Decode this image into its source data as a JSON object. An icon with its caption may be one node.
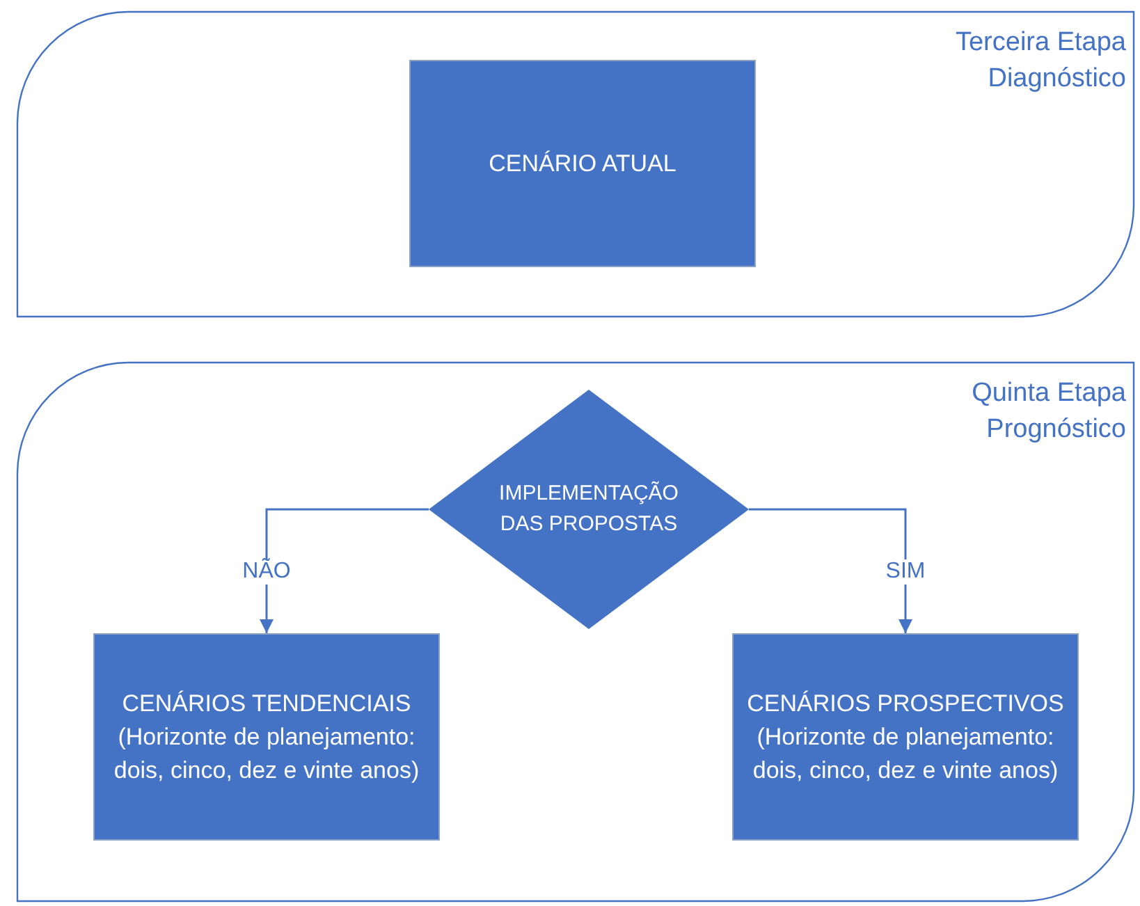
{
  "diagram": {
    "nodes": [
      {
        "text": [
          "Terceira Etapa Diagnóstico"
        ]
      },
      {
        "text": [
          "CENÁRIO ATUAL"
        ],
        "in": 0
      },
      {
        "text": [
          "Quinta Etapa Prognóstico"
        ]
      },
      {
        "text": [
          "IMPLEMENTAÇÃO DAS PROPOSTAS"
        ],
        "in": 2
      },
      {
        "text": [
          "CENÁRIOS TENDENCIAIS",
          "(Horizonte de planejamento: dois, cinco, dez e vinte anos)"
        ],
        "in": 2
      },
      {
        "text": [
          "CENÁRIOS PROSPECTIVOS",
          "(Horizonte de planejamento: dois, cinco, dez e vinte anos)"
        ],
        "in": 2
      }
    ],
    "edges": [
      {
        "from": 3,
        "to": 4,
        "arrow": "to",
        "label": "NÃO"
      },
      {
        "from": 3,
        "to": 5,
        "arrow": "to",
        "label": "SIM"
      }
    ]
  }
}
